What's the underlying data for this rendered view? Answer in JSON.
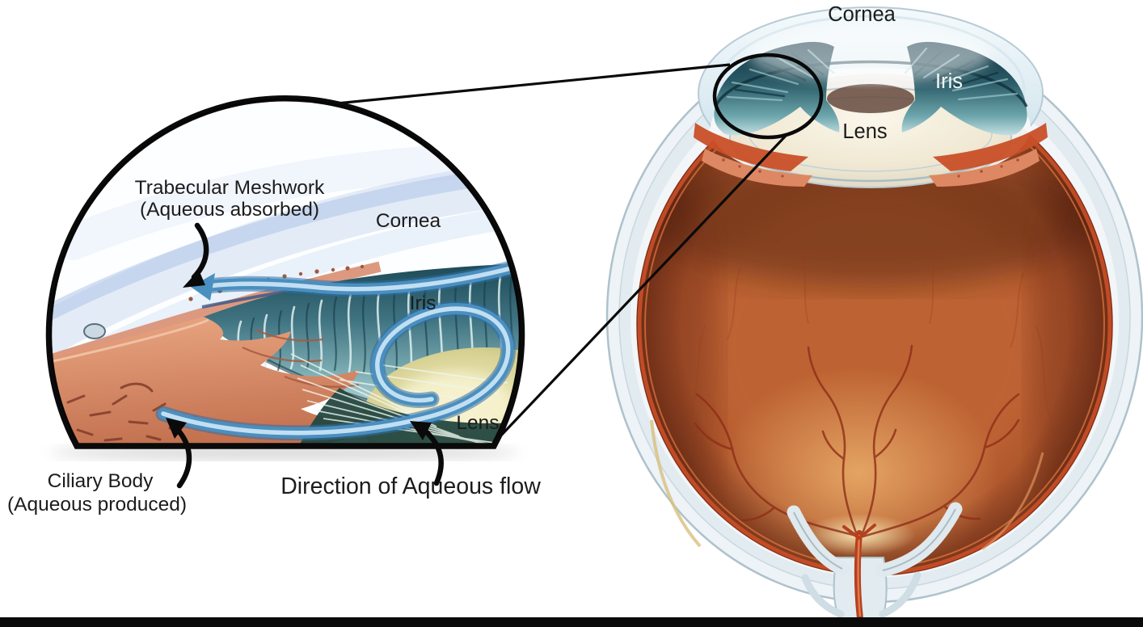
{
  "inset": {
    "labels": {
      "trabecular_line1": "Trabecular Meshwork",
      "trabecular_line2": "(Aqueous absorbed)",
      "cornea": "Cornea",
      "iris": "Iris",
      "lens": "Lens"
    },
    "captions": {
      "ciliary_line1": "Ciliary Body",
      "ciliary_line2": "(Aqueous produced)",
      "flow_direction": "Direction of Aqueous flow"
    }
  },
  "eye": {
    "labels": {
      "cornea": "Cornea",
      "iris": "Iris",
      "lens": "Lens"
    }
  },
  "palette": {
    "outline_black": "#0a0a0a",
    "label_dark": "#1c1c1c",
    "label_light": "#f8f8f8",
    "flow_blue": "#4a8fc0",
    "flow_blue_light": "#cfe8f7",
    "flow_blue_deep": "#2f6ea6",
    "iris_teal": "#2e5f6a",
    "iris_teal_dark": "#123a46",
    "iris_teal_light": "#9fcdd2",
    "sclera_pale": "#e9f0f3",
    "sclera_line": "#aec2cc",
    "fundus_orange": "#b0582e",
    "fundus_deep": "#7e3216",
    "fundus_glow": "#e09a5a",
    "choroid_red": "#c94f28",
    "vessel_red": "#8e2e18",
    "ciliary_salmon": "#dd8862",
    "ciliary_salmon_deep": "#b05a3e",
    "lens_cream": "#f2ecd8",
    "lens_olive": "#b3ab66",
    "zonule_dark": "#23473f"
  }
}
